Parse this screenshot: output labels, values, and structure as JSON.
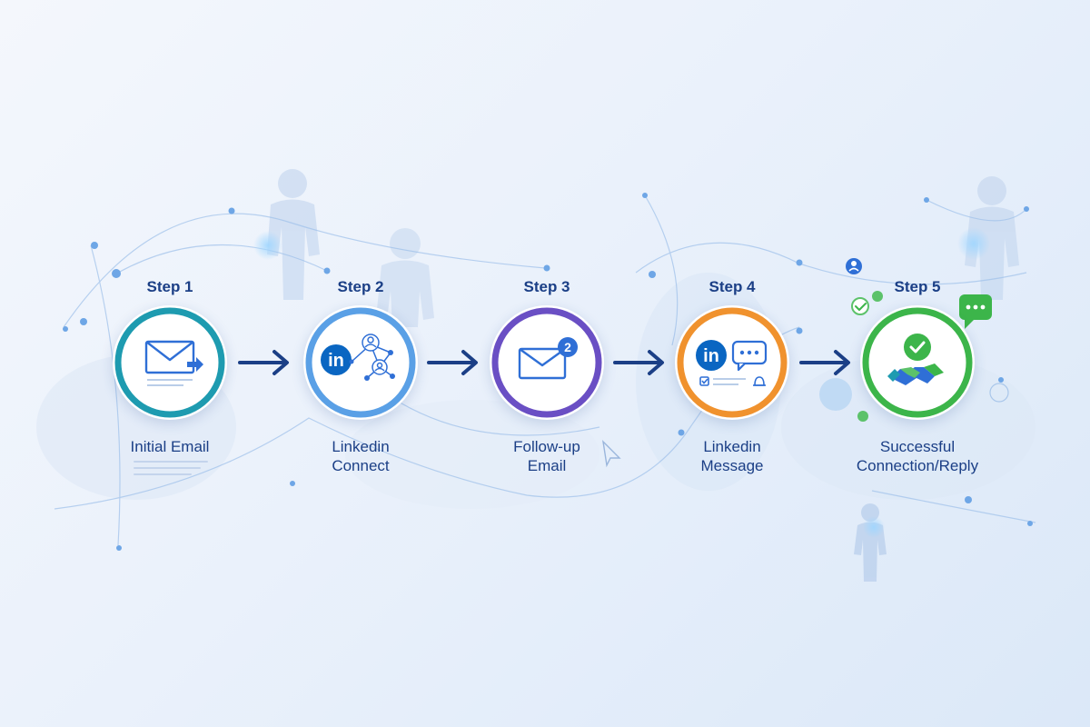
{
  "steps": [
    {
      "label": "Step 1",
      "title_lines": [
        "Initial Email"
      ],
      "ring_color": "#1e9bb0",
      "icon": "email-send-icon"
    },
    {
      "label": "Step 2",
      "title_lines": [
        "Linkedin",
        "Connect"
      ],
      "ring_color": "#5aa0e6",
      "icon": "linkedin-network-icon"
    },
    {
      "label": "Step 3",
      "title_lines": [
        "Follow-up",
        "Email"
      ],
      "ring_color": "#6a4fc4",
      "icon": "email-followup-icon"
    },
    {
      "label": "Step 4",
      "title_lines": [
        "Linkedin",
        "Message"
      ],
      "ring_color": "#f0922e",
      "icon": "linkedin-message-icon"
    },
    {
      "label": "Step 5",
      "title_lines": [
        "Successful",
        "Connection/Reply"
      ],
      "ring_color": "#3cb54a",
      "icon": "handshake-success-icon"
    }
  ],
  "badges": {
    "followup_count": "2",
    "linkedin_logo": "in"
  },
  "colors": {
    "text": "#1b3f86",
    "arrow": "#1b3f86",
    "email_blue": "#2f6fd6",
    "linkedin_blue": "#0a66c2",
    "success_green": "#3cb54a"
  }
}
